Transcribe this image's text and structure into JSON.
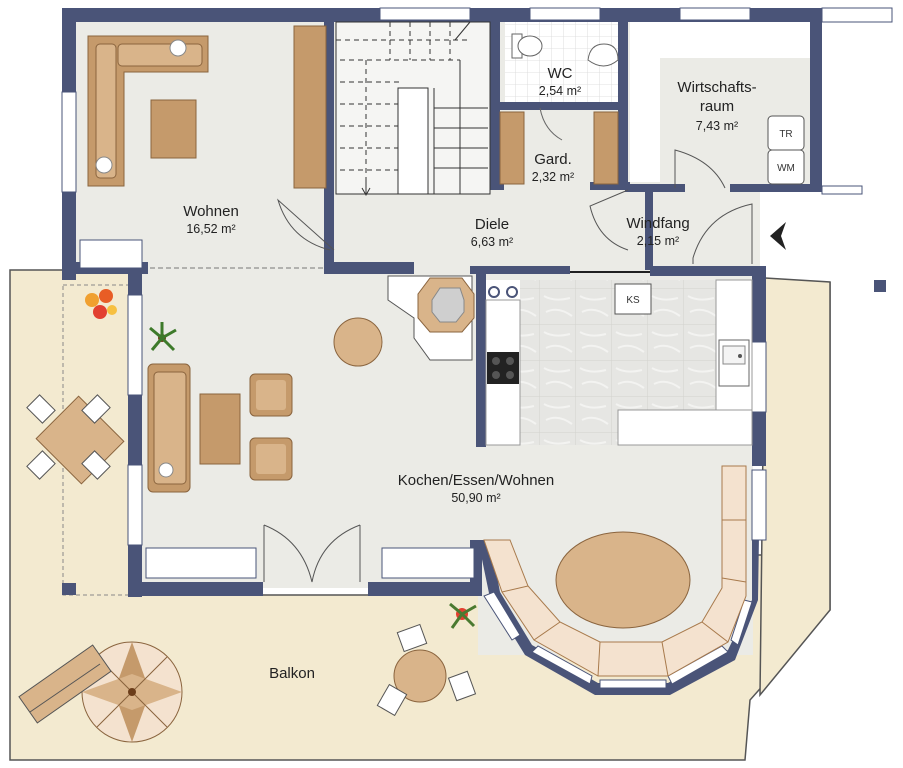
{
  "rooms": {
    "wohnen": {
      "name": "Wohnen",
      "area": "16,52 m²"
    },
    "wc": {
      "name": "WC",
      "area": "2,54 m²"
    },
    "wirtschaftsraum": {
      "name_line1": "Wirtschafts-",
      "name_line2": "raum",
      "area": "7,43 m²"
    },
    "garderobe": {
      "name": "Gard.",
      "area": "2,32 m²"
    },
    "diele": {
      "name": "Diele",
      "area": "6,63 m²"
    },
    "windfang": {
      "name": "Windfang",
      "area": "2,15 m²"
    },
    "kochen": {
      "name": "Kochen/Essen/Wohnen",
      "area": "50,90 m²"
    },
    "balkon": {
      "name": "Balkon"
    }
  },
  "appliances": {
    "dryer": "TR",
    "washer": "WM",
    "fridge": "KS"
  },
  "colors": {
    "wall": "#4a5478",
    "floor": "#ebebe6",
    "balcony": "#f3ead0",
    "wood": "#c59a6b",
    "wood_dark": "#a87a4c",
    "cushion": "#f4e2cf",
    "counter": "#ffffff",
    "tile": "#e4e4e1"
  }
}
